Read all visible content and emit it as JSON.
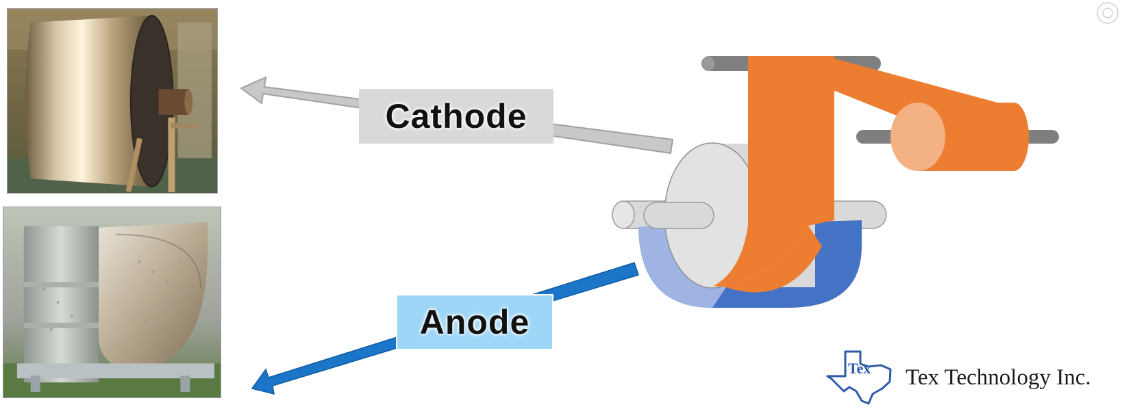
{
  "labels": {
    "cathode": "Cathode",
    "anode": "Anode"
  },
  "logo": {
    "mark_text": "Tex",
    "company_name": "Tex Technology Inc."
  },
  "colors": {
    "cathode_arrow": "#c8c8c8",
    "anode_arrow": "#1b75c9",
    "strip": "#ed7d31",
    "strip_light": "#f4b183",
    "anode_shell": "#4472c4",
    "anode_shell_light": "#9fb4e3",
    "roller": "#e0e0e0",
    "shaft": "#7f7f7f",
    "logo_blue": "#2e5aa8"
  },
  "icons": {
    "corner": "circle-settings-icon",
    "logo": "texas-map-icon"
  }
}
